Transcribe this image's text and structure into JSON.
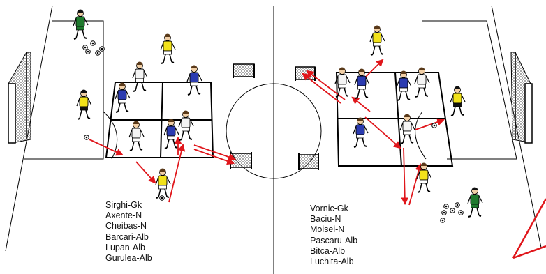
{
  "diagram": {
    "colors": {
      "lines": "#000000",
      "arrows": "#e0161b",
      "team_blue": "#2b3bb0",
      "team_white": "#f4f4f4",
      "team_yellow": "#f2e21a",
      "goalkeeper_green": "#1f7a2e",
      "skin": "#f1cfa6",
      "hair": "#5a3a1a"
    },
    "left_roster": [
      "Sirghi-Gk",
      "Axente-N",
      "Cheibas-N",
      "Barcari-Alb",
      "Lupan-Alb",
      "Gurulea-Alb"
    ],
    "right_roster": [
      "Vornic-Gk",
      "Baciu-N",
      "Moisei-N",
      "Pascaru-Alb",
      "Bitca-Alb",
      "Luchita-Alb"
    ]
  }
}
